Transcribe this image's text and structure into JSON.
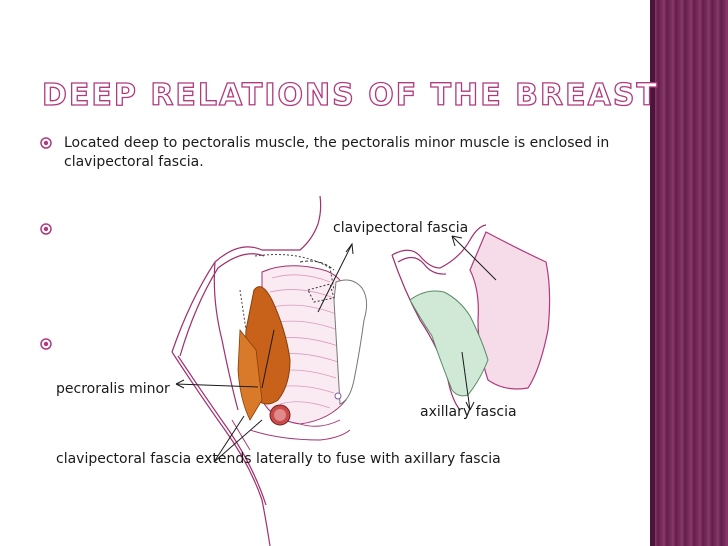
{
  "slide": {
    "title": "Deep relations of the breast",
    "bullets": [
      "Located deep to pectoralis muscle, the pectoralis minor muscle is enclosed in clavipectoral fascia.",
      "",
      ""
    ]
  },
  "figure": {
    "labels": {
      "clavipectoral_fascia": "clavipectoral fascia",
      "pectoralis_minor": "pecroralis minor",
      "axillary_fascia": "axillary fascia",
      "caption": "clavipectoral fascia extends laterally to fuse with axillary fascia"
    }
  },
  "colors": {
    "title_outline": "#b03a7e",
    "side_band": "#6a2350",
    "outline_lines": "#a0306e",
    "muscle": "#c8621a",
    "fascia_green": "#cfe9d6",
    "tissue_pink": "#f6dbe8"
  }
}
